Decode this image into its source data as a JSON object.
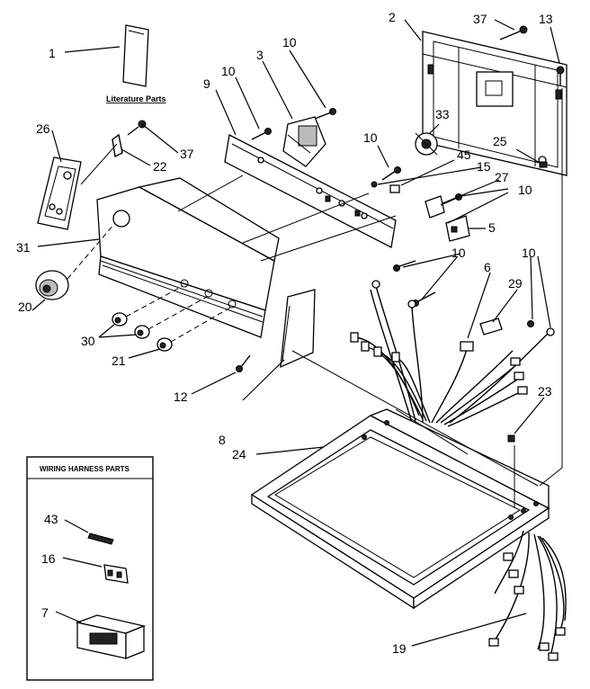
{
  "labels": {
    "l1": "1",
    "l2": "2",
    "l3": "3",
    "l5": "5",
    "l6": "6",
    "l7": "7",
    "l8": "8",
    "l9": "9",
    "l10a": "10",
    "l10b": "10",
    "l10c": "10",
    "l10d": "10",
    "l10e": "10",
    "l10f": "10",
    "l12": "12",
    "l13": "13",
    "l15": "15",
    "l16": "16",
    "l19": "19",
    "l20": "20",
    "l21": "21",
    "l22": "22",
    "l23": "23",
    "l24": "24",
    "l25": "25",
    "l26": "26",
    "l27": "27",
    "l29": "29",
    "l30": "30",
    "l31": "31",
    "l33": "33",
    "l37a": "37",
    "l37b": "37",
    "l43": "43",
    "l45": "45"
  },
  "literature_caption": "Literature Parts",
  "inset_title": "WIRING HARNESS PARTS"
}
